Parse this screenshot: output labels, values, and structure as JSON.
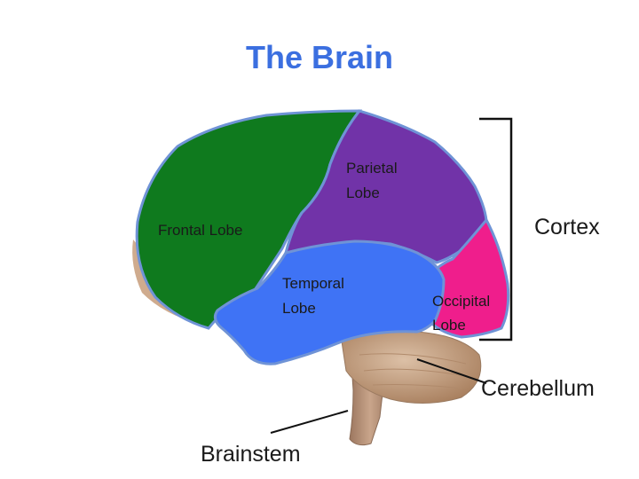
{
  "title": "The Brain",
  "labels": {
    "parietal_lobe": [
      "Parietal",
      "Lobe"
    ],
    "frontal_lobe": "Frontal Lobe",
    "temporal_lobe": [
      "Temporal",
      "Lobe"
    ],
    "occipital_lobe": [
      "Occipital",
      "Lobe"
    ],
    "cortex": "Cortex",
    "cerebellum": "Cerebellum",
    "brainstem": "Brainstem"
  },
  "colors": {
    "title": "#3b6fe0",
    "frontal": "#0f7a1e",
    "parietal": "#7133a8",
    "temporal": "#3f73f5",
    "occipital": "#ef1e8c",
    "outline": "#6f93d6",
    "cerebellum": "#c7a386",
    "brainstem": "#b8917a"
  }
}
